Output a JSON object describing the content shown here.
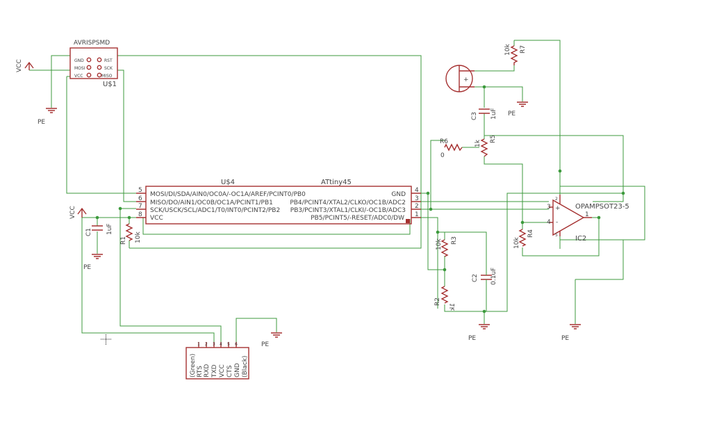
{
  "schematic": {
    "isp_header": {
      "name": "AVRISPSMD",
      "ref": "U$1",
      "left_pins": [
        "GND",
        "MOSI",
        "VCC"
      ],
      "right_pins": [
        "RST",
        "SCK",
        "MISO"
      ]
    },
    "mcu": {
      "ref": "U$4",
      "value": "ATtiny45",
      "left_pins": [
        {
          "num": "5",
          "label": "MOSI/DI/SDA/AIN0/OC0A/-OC1A/AREF/PCINT0/PB0"
        },
        {
          "num": "6",
          "label": "MISO/DO/AIN1/OC0B/OC1A/PCINT1/PB1"
        },
        {
          "num": "7",
          "label": "SCK/USCK/SCL/ADC1/T0/INT0/PCINT2/PB2"
        },
        {
          "num": "8",
          "label": "VCC"
        }
      ],
      "right_pins": [
        {
          "num": "4",
          "label": "GND"
        },
        {
          "num": "3",
          "label": "PB4/PCINT4/XTAL2/CLKO/OC1B/ADC2"
        },
        {
          "num": "2",
          "label": "PB3/PCINT3/XTAL1/CLKI/-OC1B/ADC3"
        },
        {
          "num": "1",
          "label": "PB5/PCINT5/-RESET/ADC0/DW"
        }
      ]
    },
    "opamp": {
      "name": "OPAMPSOT23-5",
      "ref": "IC2",
      "pins": [
        "3",
        "4",
        "1",
        "2",
        "5"
      ],
      "signs": [
        "+",
        "-"
      ]
    },
    "ftdi": {
      "pins": [
        "(Green)",
        "RTS",
        "RXD",
        "TXD",
        "VCC",
        "CTS",
        "GND",
        "(Black)"
      ],
      "pin_nums": [
        "1",
        "2",
        "3",
        "4",
        "5",
        "6"
      ]
    },
    "components": {
      "c1_ref": "C1",
      "c1_value": "1uF",
      "c2_ref": "C2",
      "c2_value": "0.1uF",
      "c3_ref": "C3",
      "c3_value": "1uF",
      "r1_ref": "R1",
      "r1_value": "10k",
      "r2_ref": "R2",
      "r2_value": "1k",
      "r3_ref": "R3",
      "r3_value": "10k",
      "r4_ref": "R4",
      "r4_value": "10k",
      "r5_ref": "R5",
      "r5_value": "1k",
      "r6_ref": "R6",
      "r6_value": "0",
      "r7_ref": "R7",
      "r7_value": "10k"
    },
    "mic_sign": "+",
    "supply_labels": {
      "vcc_left": "VCC",
      "vcc_mid": "VCC",
      "pe": "PE"
    }
  }
}
